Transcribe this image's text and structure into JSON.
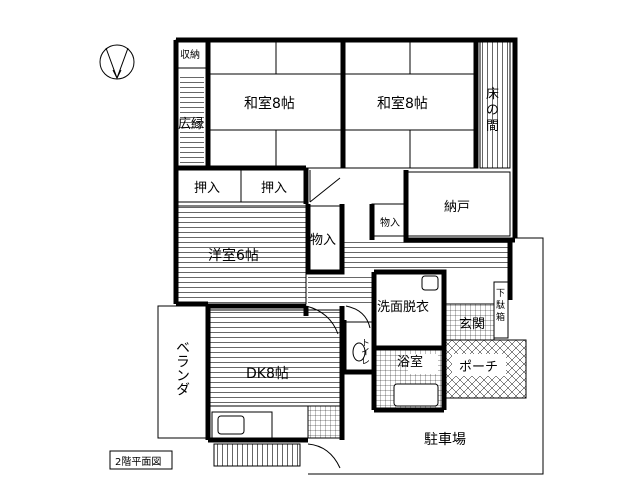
{
  "rooms": {
    "washitsu_left": "和室8帖",
    "washitsu_right": "和室8帖",
    "tokonoma_1": "床",
    "tokonoma_2": "の",
    "tokonoma_3": "間",
    "shuno": "収納",
    "hiroen": "広縁",
    "oshiire_left": "押入",
    "oshiire_right": "押入",
    "nando": "納戸",
    "monoire_small": "物入",
    "monoire": "物入",
    "yoshitsu": "洋室6帖",
    "senmen": "洗面脱衣",
    "genkan": "玄関",
    "getabako_1": "下",
    "getabako_2": "駄",
    "getabako_3": "箱",
    "toilet": "トイレ",
    "yokushitsu": "浴室",
    "porch": "ポーチ",
    "veranda": "ベランダ",
    "dk": "DK8帖",
    "parking": "駐車場"
  },
  "floor_label": "2階平面図"
}
